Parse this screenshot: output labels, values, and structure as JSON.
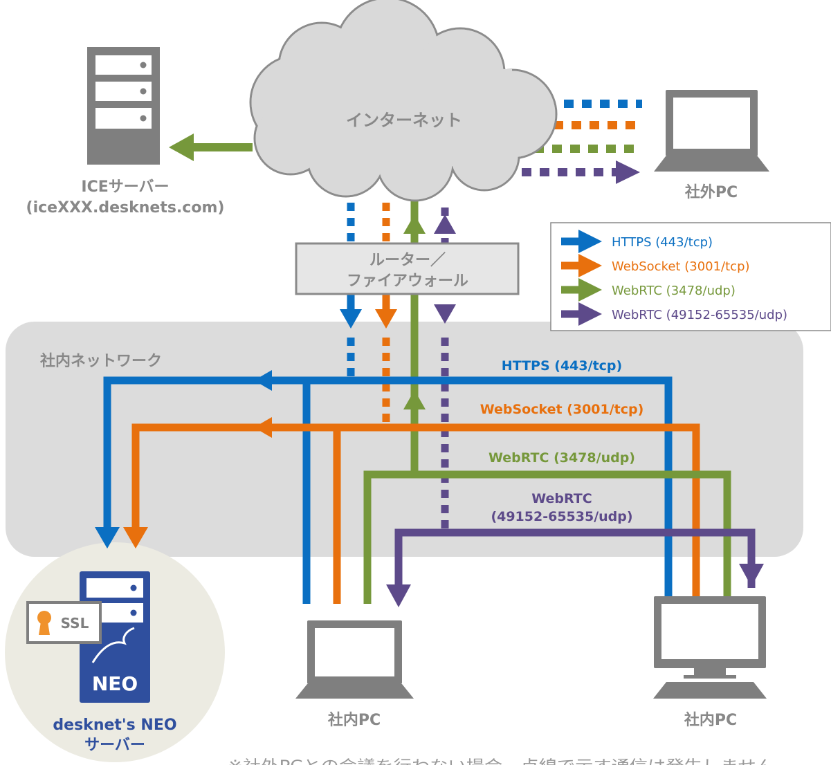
{
  "cloud_label": "インターネット",
  "ice_server": {
    "name": "ICEサーバー",
    "host": "(iceXXX.desknets.com)"
  },
  "external_pc_label": "社外PC",
  "router_label_line1": "ルーター／",
  "router_label_line2": "ファイアウォール",
  "intranet_label": "社内ネットワーク",
  "legend": [
    {
      "label": "HTTPS (443/tcp)",
      "color": "#0a6fc2"
    },
    {
      "label": "WebSocket (3001/tcp)",
      "color": "#e8700d"
    },
    {
      "label": "WebRTC (3478/udp)",
      "color": "#76983b"
    },
    {
      "label": "WebRTC (49152-65535/udp)",
      "color": "#5d4a8a"
    }
  ],
  "flow_labels": {
    "https": "HTTPS (443/tcp)",
    "websocket": "WebSocket (3001/tcp)",
    "webrtc_3478": "WebRTC (3478/udp)",
    "webrtc_high_line1": "WebRTC",
    "webrtc_high_line2": "(49152-65535/udp)"
  },
  "neo_server": {
    "ssl_badge": "SSL",
    "logo_text": "NEO",
    "caption_line1": "desknet's NEO",
    "caption_line2": "サーバー"
  },
  "internal_pc_left_label": "社内PC",
  "internal_pc_right_label": "社内PC",
  "footnote": "※社外PCとの会議を行わない場合、点線で示す通信は発生しません"
}
